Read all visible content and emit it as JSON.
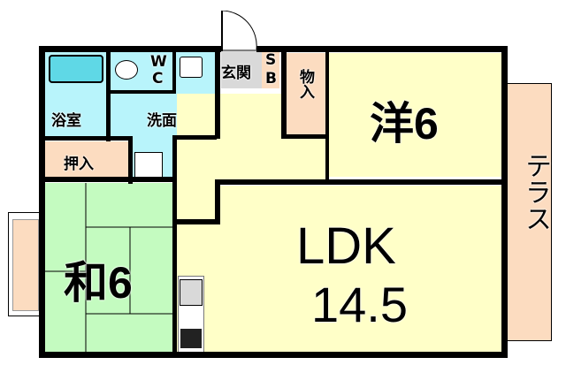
{
  "floorplan": {
    "colors": {
      "wet_area": "#b8f4fb",
      "storage": "#fcdcc0",
      "entrance": "#d9d9d9",
      "western_room": "#ffffc8",
      "japanese_room": "#c4fbc0",
      "terrace": "#fcdcc0",
      "wall": "#000000"
    },
    "rooms": {
      "bath": {
        "label": "浴室"
      },
      "wc": {
        "label_line1": "W",
        "label_line2": "C"
      },
      "washroom": {
        "label": "洗面"
      },
      "entrance": {
        "label": "玄関"
      },
      "shoe_box": {
        "label_line1": "S",
        "label_line2": "B"
      },
      "storage_closet": {
        "label": "物入"
      },
      "western": {
        "label": "洋6"
      },
      "oshiire": {
        "label": "押入"
      },
      "japanese": {
        "label": "和6"
      },
      "ldk": {
        "label_line1": "LDK",
        "label_line2": "14.5"
      },
      "terrace": {
        "label": "テラス"
      }
    }
  }
}
